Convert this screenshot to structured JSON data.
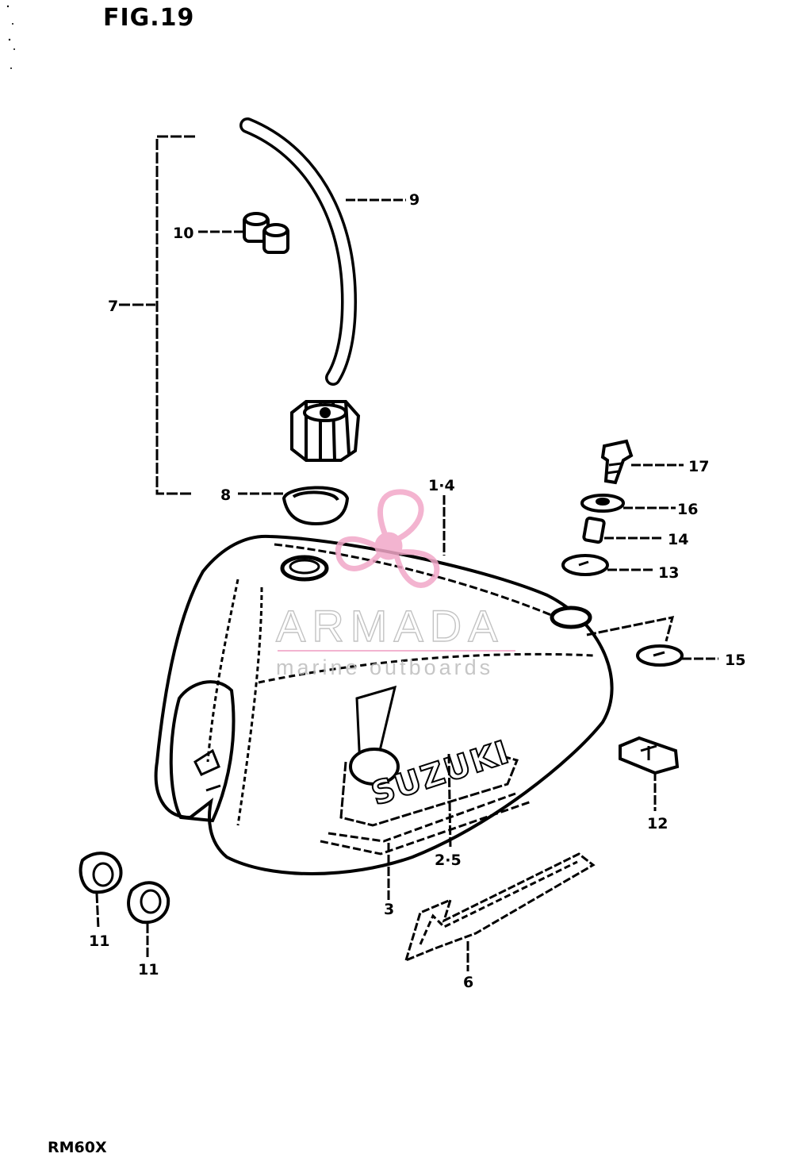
{
  "figure": {
    "title": "FIG.19",
    "model": "RM60X"
  },
  "brand_decal": "SUZUKI",
  "watermark": {
    "name": "ARMADA",
    "tagline": "marine outboards",
    "color": "#f2a7c8",
    "logo_icon": "propeller-icon"
  },
  "callouts": {
    "p1_4": "1·4",
    "p2_5": "2·5",
    "p3": "3",
    "p6": "6",
    "p7": "7",
    "p8": "8",
    "p9": "9",
    "p10": "10",
    "p11a": "11",
    "p11b": "11",
    "p12": "12",
    "p13": "13",
    "p14": "14",
    "p15": "15",
    "p16": "16",
    "p17": "17"
  },
  "colors": {
    "ink": "#000000",
    "paper": "#ffffff"
  }
}
